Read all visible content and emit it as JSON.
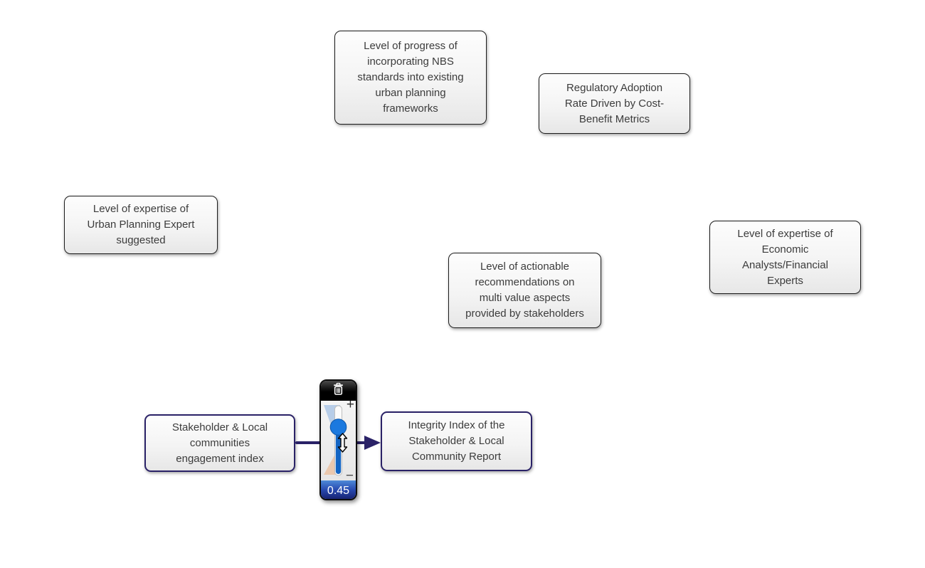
{
  "diagram": {
    "type": "concept-map",
    "nodes": [
      {
        "id": "nbs-progress",
        "label": "Level of progress of incorporating NBS standards into existing urban planning frameworks",
        "lines": [
          "Level of progress of",
          "incorporating NBS",
          "standards into existing",
          "urban planning",
          "frameworks"
        ],
        "connected": false
      },
      {
        "id": "regulatory-adoption",
        "label": "Regulatory Adoption Rate Driven by Cost-Benefit Metrics",
        "lines": [
          "Regulatory Adoption",
          "Rate Driven by Cost-",
          "Benefit Metrics"
        ],
        "connected": false
      },
      {
        "id": "urban-planning-expert",
        "label": "Level of expertise of Urban Planning Expert suggested",
        "lines": [
          "Level of expertise of",
          "Urban Planning Expert",
          "suggested"
        ],
        "connected": false
      },
      {
        "id": "actionable-recommendations",
        "label": "Level of actionable recommendations on multi value aspects provided by stakeholders",
        "lines": [
          "Level of actionable",
          "recommendations on",
          "multi value aspects",
          "provided by stakeholders"
        ],
        "connected": false
      },
      {
        "id": "economic-analysts",
        "label": "Level of expertise of Economic Analysts/Financial Experts",
        "lines": [
          "Level of expertise of",
          "Economic",
          "Analysts/Financial",
          "Experts"
        ],
        "connected": false
      },
      {
        "id": "stakeholder-engagement",
        "label": "Stakeholder & Local communities engagement index",
        "lines": [
          "Stakeholder & Local",
          "communities",
          "engagement index"
        ],
        "connected": true
      },
      {
        "id": "integrity-index",
        "label": "Integrity Index of the Stakeholder & Local Community Report",
        "lines": [
          "Integrity Index of the",
          "Stakeholder & Local",
          "Community Report"
        ],
        "connected": true
      }
    ],
    "edge": {
      "source": "Stakeholder & Local communities engagement index",
      "target": "Integrity Index of the Stakeholder & Local Community Report",
      "weight": "0.45",
      "controls": {
        "delete_icon": "trash-icon",
        "increase": "+",
        "decrease": "−",
        "drag_icon": "up-down-arrow-icon"
      }
    },
    "colors": {
      "edge": "#2a2267",
      "connected_node_border": "#2a2267",
      "node_border": "#1c1c1c",
      "slider_fill": "#1365c4",
      "slider_handle": "#1b79df",
      "positive_triangle": "#b7cde8",
      "negative_triangle": "#eac8ae",
      "value_badge_top": "#4e8ad8",
      "value_badge_bottom": "#12175f"
    }
  }
}
